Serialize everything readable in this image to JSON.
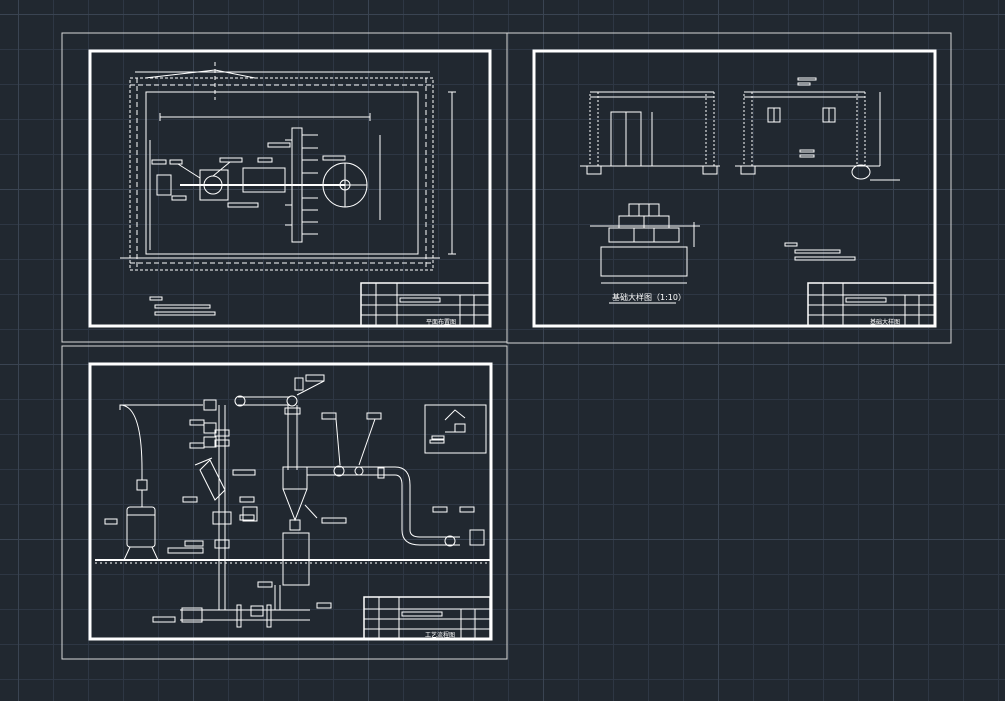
{
  "sheets": [
    {
      "title_block_label": "平面布置图"
    },
    {
      "title_block_label": "基础大样图"
    },
    {
      "title_block_label": "工艺流程图"
    }
  ],
  "detail_caption": "基础大样图（1:10）",
  "colors": {
    "background": "#212830",
    "lines": "#ffffff",
    "grid": "#2e3744"
  }
}
